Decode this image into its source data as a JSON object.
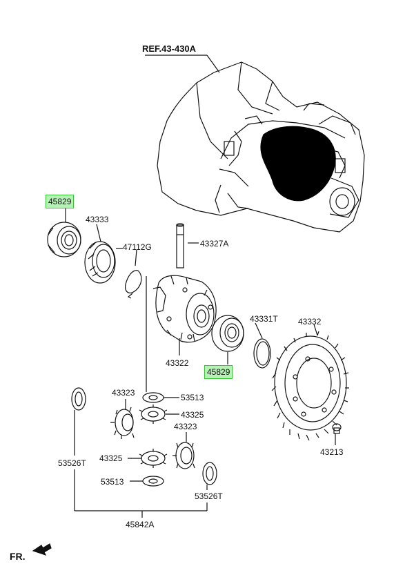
{
  "ref_label": "REF.43-430A",
  "direction_label": "FR.",
  "parts": {
    "bearing_left": "45829",
    "bearing_right": "45829",
    "p43333": "43333",
    "p47112g": "47112G",
    "p43327a": "43327A",
    "p43331t": "43331T",
    "p43332": "43332",
    "p43322": "43322",
    "p43323_left": "43323",
    "p53513_top": "53513",
    "p43325_right": "43325",
    "p43323_right": "43323",
    "p43325_left": "43325",
    "p53526t_left": "53526T",
    "p53513_bottom": "53513",
    "p53526t_right": "53526T",
    "p45842a": "45842A",
    "p43213": "43213"
  },
  "colors": {
    "line": "#111111",
    "highlight_fill": "#b6f2b6",
    "highlight_border": "#37c437"
  }
}
